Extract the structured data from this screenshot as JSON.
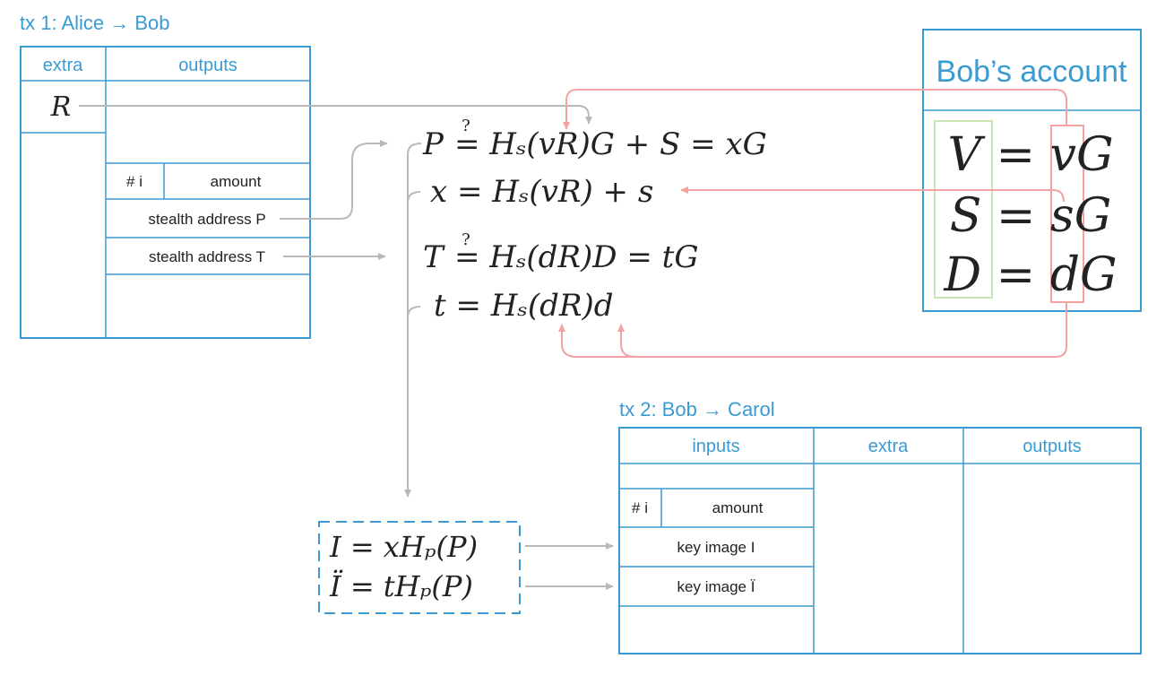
{
  "tx1": {
    "title": "tx 1: Alice → Bob",
    "col_extra": "extra",
    "col_outputs": "outputs",
    "r_label": "R",
    "idx_header": "# i",
    "amount_header": "amount",
    "row_p": "stealth address P",
    "row_t": "stealth address T"
  },
  "equations": {
    "p_lhs": "P",
    "q1": "?",
    "p_rhs": "= Hₛ(vR)G + S = xG",
    "x_eq": "x = Hₛ(vR) + s",
    "t_lhs": "T",
    "q2": "?",
    "t_rhs": "= Hₛ(dR)D = tG",
    "t_eq": "t = Hₛ(dR)d"
  },
  "bob": {
    "title": "Bob’s account",
    "row1": "V = vG",
    "row2": "S = sG",
    "row3": "D = dG"
  },
  "key_images": {
    "ki1": "I = xHₚ(P)",
    "ki2": "Ï = tHₚ(P)"
  },
  "tx2": {
    "title": "tx 2: Bob → Carol",
    "col_inputs": "inputs",
    "col_extra": "extra",
    "col_outputs": "outputs",
    "idx_header": "# i",
    "amount_header": "amount",
    "row_ki1": "key image I",
    "row_ki2": "key image Ï"
  },
  "colors": {
    "accent_blue": "#3a9bd2",
    "arrow_gray": "#b9b9b9",
    "arrow_pink": "#f3a2a2",
    "box_green": "#c8e6b0"
  }
}
